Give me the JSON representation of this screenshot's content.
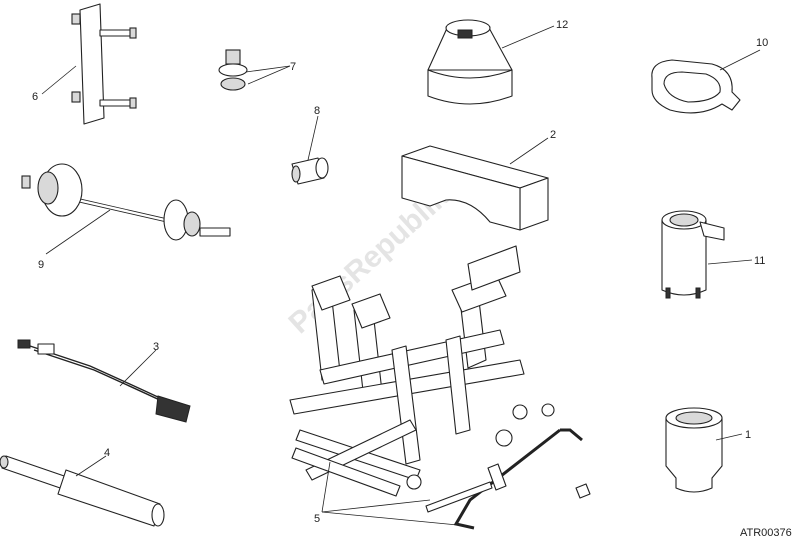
{
  "diagram": {
    "reference_code": "ATR00376",
    "watermark": "PartsRepublik",
    "callouts": [
      "1",
      "2",
      "3",
      "4",
      "5",
      "6",
      "7",
      "8",
      "9",
      "10",
      "11",
      "12"
    ]
  }
}
